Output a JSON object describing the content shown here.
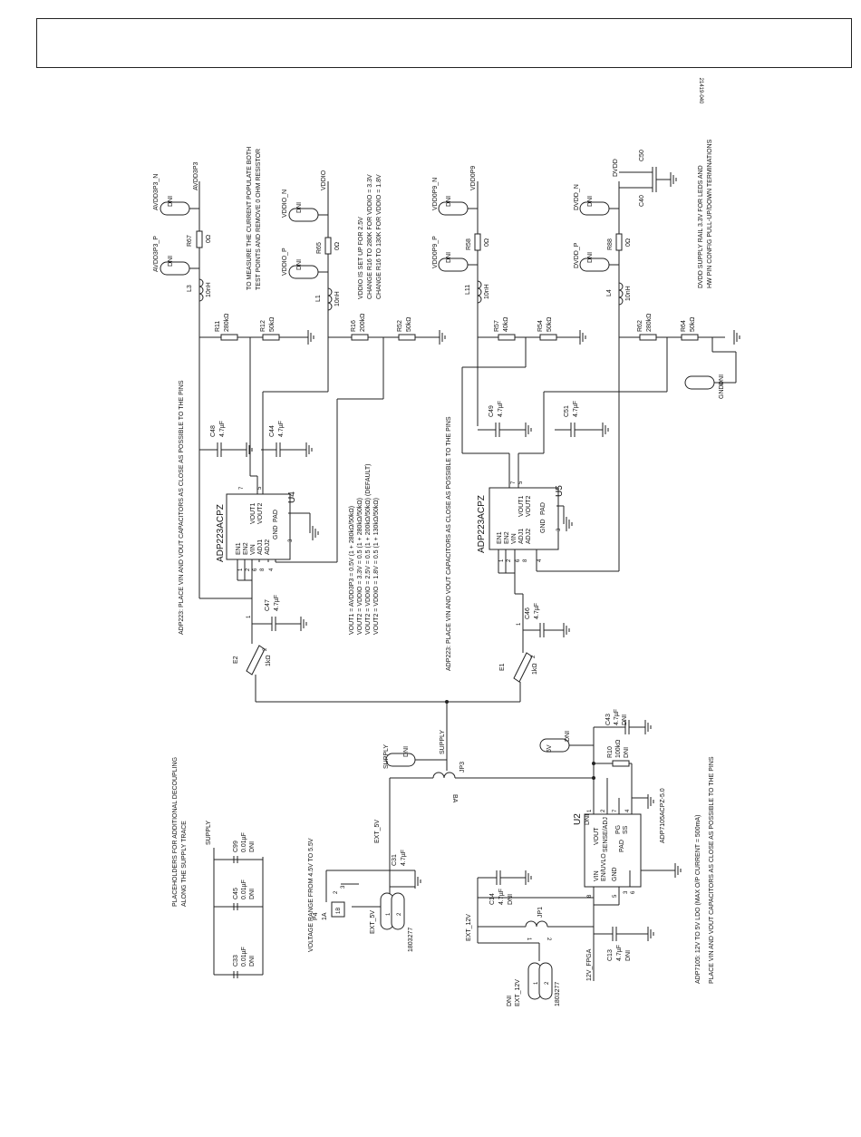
{
  "drawing": {
    "number": "21419-040"
  },
  "notes": {
    "measure": [
      "TO MEASURE THE CURRENT POPULATE BOTH",
      "TEST POINTS AND REMOVE 0 OHM RESISTOR"
    ],
    "vddio": [
      "VDDIO IS SET UP FOR 2.5V",
      "CHANGE R16 TO 280K FOR VDDIO = 3.3V",
      "CHANGE R16 TO 130K FOR VDDIO = 1.8V"
    ],
    "dvdd": [
      "DVDD SUPPLY RAIL 3.3V FOR LEDS AND",
      "HW PIN CONFIG PULL-UP/DOWN TERMINATIONS"
    ],
    "adp223_left": "ADP223: PLACE VIN AND VOUT CAPACITORS AS CLOSE AS POSSIBLE TO THE PINS",
    "adp223_right": "ADP223: PLACE VIN AND VOUT CAPACITORS AS CLOSE AS POSSIBLE TO THE PINS",
    "vout_eq": [
      "VOUT1 = AVDD3P3 = 0.5V (1 + 280kΩ/50kΩ)",
      "VOUT2 = VDDIO = 3.3V = 0.5 (1 + 280kΩ/50kΩ)",
      "VOUT2 = VDDIO = 2.5V = 0.5 (1 + 200kΩ/50kΩ) (DEFAULT)",
      "VOUT2 = VDDIO = 1.8V = 0.5 (1 + 130kΩ/50kΩ)"
    ],
    "placeholders": [
      "PLACEHOLDERS FOR ADDITIONAL DECOUPLING",
      "ALONG THE SUPPLY TRACE"
    ],
    "voltage_range": "VOLTAGE RANGE FROM 4.5V TO 5.5V",
    "adp7105": [
      "ADP7105: 12V TO 5V LDO (MAX O/P CURRENT = 500mA)",
      "PLACE VIN AND VOUT CAPACITORS AS CLOSE AS POSSIBLE TO THE PINS"
    ]
  },
  "common": {
    "dni": "DNI",
    "one": "1",
    "two": "2",
    "three": "3",
    "four": "4",
    "five": "5",
    "six": "6",
    "seven": "7",
    "eight": "8",
    "ba": "BA"
  },
  "nets": {
    "avdd3p3": "AVDD3P3",
    "avdd3p3_n": "AVDD3P3_N",
    "avdd3p3_p": "AVDD3P3_P",
    "vddio": "VDDIO",
    "vddio_n": "VDDIO_N",
    "vddio_p": "VDDIO_P",
    "vdd0p9": "VDD0P9",
    "vdd0p9_n": "VDD0P9_N",
    "vdd0p9_p": "VDD0P9_P",
    "dvdd": "DVDD",
    "dvdd_n": "DVDD_N",
    "dvdd_p": "DVDD_P",
    "gnd4": "GND4",
    "supply": "SUPPLY",
    "supply2": "SUPPLY",
    "supply3": "SUPPLY",
    "ext5v": "EXT_5V",
    "ext5v2": "EXT_5V",
    "ext12v": "EXT_12V",
    "ext12v2": "EXT_12V",
    "v12fpga": "12V_FPGA",
    "v5": "5V"
  },
  "parts": {
    "r67": {
      "ref": "R67",
      "val": "0Ω"
    },
    "r65": {
      "ref": "R65",
      "val": "0Ω"
    },
    "r58": {
      "ref": "R58",
      "val": "0Ω"
    },
    "r88": {
      "ref": "R88",
      "val": "0Ω"
    },
    "l3": {
      "ref": "L3",
      "val": "10nH"
    },
    "l1": {
      "ref": "L1",
      "val": "10nH"
    },
    "l11": {
      "ref": "L11",
      "val": "10nH"
    },
    "l4": {
      "ref": "L4",
      "val": "10nH"
    },
    "r11": {
      "ref": "R11",
      "val": "280kΩ"
    },
    "r12": {
      "ref": "R12",
      "val": "50kΩ"
    },
    "r16": {
      "ref": "R16",
      "val": "200kΩ"
    },
    "r52": {
      "ref": "R52",
      "val": "50kΩ"
    },
    "r57": {
      "ref": "R57",
      "val": "40kΩ"
    },
    "r54": {
      "ref": "R54",
      "val": "50kΩ"
    },
    "r62": {
      "ref": "R62",
      "val": "280kΩ"
    },
    "r64": {
      "ref": "R64",
      "val": "50kΩ"
    },
    "r10": {
      "ref": "R10",
      "val": "100kΩ"
    },
    "c48": {
      "ref": "C48",
      "val": "4.7µF"
    },
    "c44": {
      "ref": "C44",
      "val": "4.7µF"
    },
    "c49": {
      "ref": "C49",
      "val": "4.7µF"
    },
    "c51": {
      "ref": "C51",
      "val": "4.7µF"
    },
    "c47": {
      "ref": "C47",
      "val": "4.7µF"
    },
    "c46": {
      "ref": "C46",
      "val": "4.7µF"
    },
    "c50": {
      "ref": "C50"
    },
    "c40": {
      "ref": "C40"
    },
    "c43": {
      "ref": "C43",
      "val": "4.7µF"
    },
    "c31": {
      "ref": "C31",
      "val": "4.7µF"
    },
    "c14": {
      "ref": "C14",
      "val": "4.7µF"
    },
    "c13": {
      "ref": "C13",
      "val": "4.7µF"
    },
    "c99": {
      "ref": "C99",
      "val": "0.01µF"
    },
    "c45": {
      "ref": "C45",
      "val": "0.01µF"
    },
    "c33": {
      "ref": "C33",
      "val": "0.01µF"
    },
    "e1": {
      "ref": "E1",
      "val": "1kΩ"
    },
    "e2": {
      "ref": "E2",
      "val": "1kΩ"
    },
    "jp3": {
      "ref": "JP3"
    },
    "jp1": {
      "ref": "JP1"
    },
    "p4": {
      "ref": "P4",
      "val": "1A",
      "pin_a": "1A",
      "pin_b": "1B"
    },
    "j5v": {
      "val": "1803277"
    },
    "j12v": {
      "val": "1803277"
    }
  },
  "ics": {
    "u4": {
      "ref": "U4",
      "part": "ADP223ACPZ",
      "pins": [
        "EN1",
        "EN2",
        "VIN",
        "ADJ1",
        "ADJ2"
      ],
      "vout1": "VOUT1",
      "vout2": "VOUT2",
      "gnd": "GND",
      "pad": "PAD"
    },
    "u5": {
      "ref": "U5",
      "part": "ADP223ACPZ",
      "pins": [
        "EN1",
        "EN2",
        "VIN",
        "ADJ1",
        "ADJ2"
      ],
      "vout1": "VOUT1",
      "vout2": "VOUT2",
      "gnd": "GND",
      "pad": "PAD"
    },
    "u2": {
      "ref": "U2",
      "part": "ADP7105ACPZ-5.0",
      "pins": [
        "VIN",
        "EN/UVLO",
        "GND",
        "PAD",
        "VOUT",
        "SENSE/ADJ",
        "PG",
        "SS"
      ]
    }
  }
}
